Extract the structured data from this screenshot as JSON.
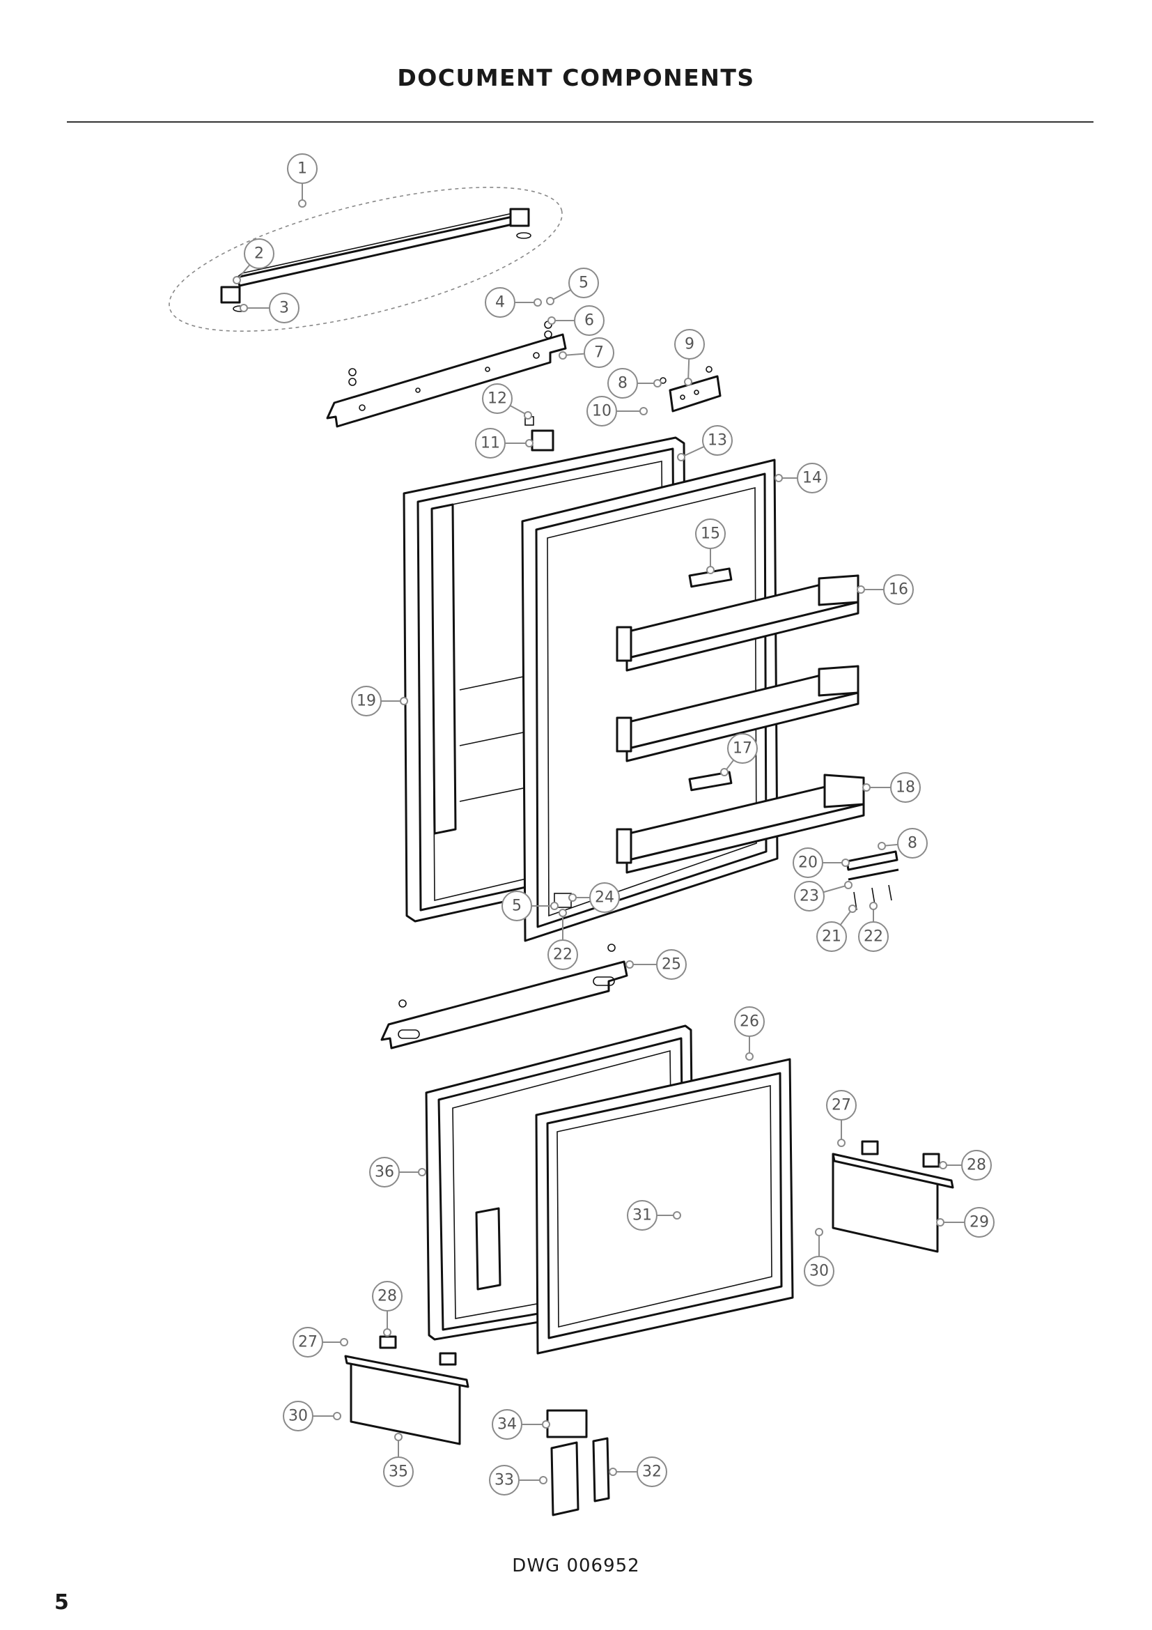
{
  "title": "DOCUMENT COMPONENTS",
  "drawing_number": "DWG 006952",
  "page_number": "5",
  "callouts": [
    "1",
    "2",
    "3",
    "4",
    "5",
    "6",
    "7",
    "8",
    "9",
    "10",
    "11",
    "12",
    "13",
    "14",
    "15",
    "16",
    "17",
    "18",
    "19",
    "20",
    "21",
    "22",
    "23",
    "24",
    "25",
    "26",
    "27",
    "28",
    "29",
    "30",
    "31",
    "32",
    "33",
    "34",
    "35",
    "36"
  ]
}
